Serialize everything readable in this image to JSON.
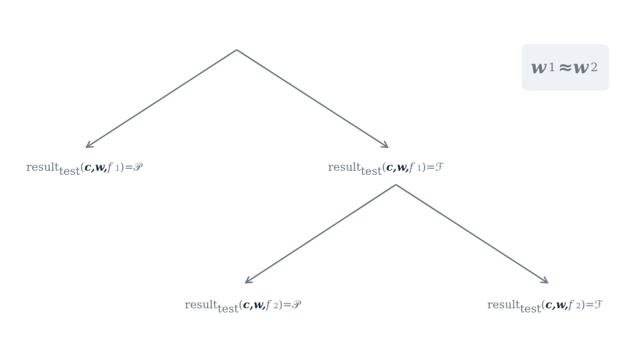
{
  "note": {
    "w": "w",
    "sub1": "1",
    "approx": "≈",
    "sub2": "2"
  },
  "nodes": [
    {
      "word": "result",
      "sub": "test",
      "open": "(",
      "c": "c",
      "comma1": ",",
      "w": "w",
      "comma2": ",",
      "f": "f",
      "fsub": "1",
      "close": ")=",
      "result": "𝒫"
    },
    {
      "word": "result",
      "sub": "test",
      "open": "(",
      "c": "c",
      "comma1": ",",
      "w": "w",
      "comma2": ",",
      "f": "f",
      "fsub": "1",
      "close": ")=",
      "result": "ℱ"
    },
    {
      "word": "result",
      "sub": "test",
      "open": "(",
      "c": "c",
      "comma1": ",",
      "w": "w",
      "comma2": ",",
      "f": "f",
      "fsub": "2",
      "close": ")=",
      "result": "𝒫"
    },
    {
      "word": "result",
      "sub": "test",
      "open": "(",
      "c": "c",
      "comma1": ",",
      "w": "w",
      "comma2": ",",
      "f": "f",
      "fsub": "2",
      "close": ")=",
      "result": "ℱ"
    }
  ],
  "colors": {
    "edge": "#6b7889",
    "box": "#eef1f5"
  }
}
